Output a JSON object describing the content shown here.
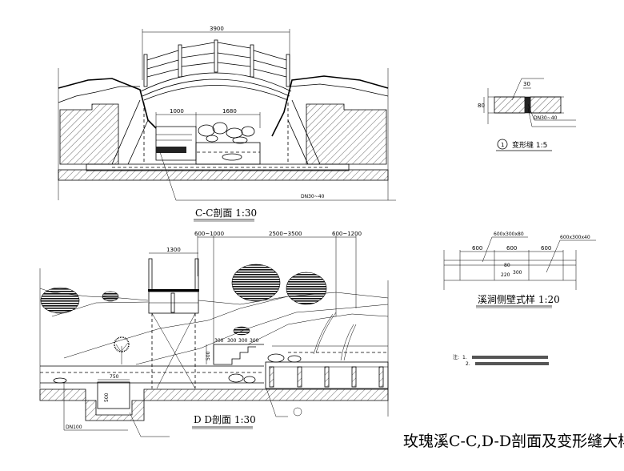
{
  "main_title": "玫瑰溪C-C,D-D剖面及变形缝大样",
  "cc_section": {
    "title": "C-C剖面  1:30",
    "dims": {
      "span": "3900",
      "left": "1000",
      "right": "1680"
    },
    "pipe_note": "DN30~40"
  },
  "dd_section": {
    "title": "D D剖面  1:30",
    "dims": {
      "d1": "600~1000",
      "d2": "2500~3500",
      "d3": "600~1200",
      "bridge": "1300",
      "pit_w": "750",
      "pit_h": "500",
      "stair_h": "500",
      "steps": [
        "300",
        "300",
        "300",
        "300"
      ]
    },
    "pipe_note": "DN100"
  },
  "joint_detail": {
    "number": "1",
    "title": "变形缝  1:5",
    "dims": {
      "gap": "30",
      "thick": "80"
    },
    "pipe_note": "DN30~40"
  },
  "wall_pattern": {
    "title": "溪涧侧壁式样  1:20",
    "dims": [
      "600",
      "600",
      "600"
    ],
    "v_dims": [
      "80",
      "220",
      "300"
    ],
    "stone_top": "600x300x80",
    "stone_face": "600x300x40"
  },
  "notes": {
    "label": "注:",
    "items": [
      "1.",
      "2."
    ]
  }
}
